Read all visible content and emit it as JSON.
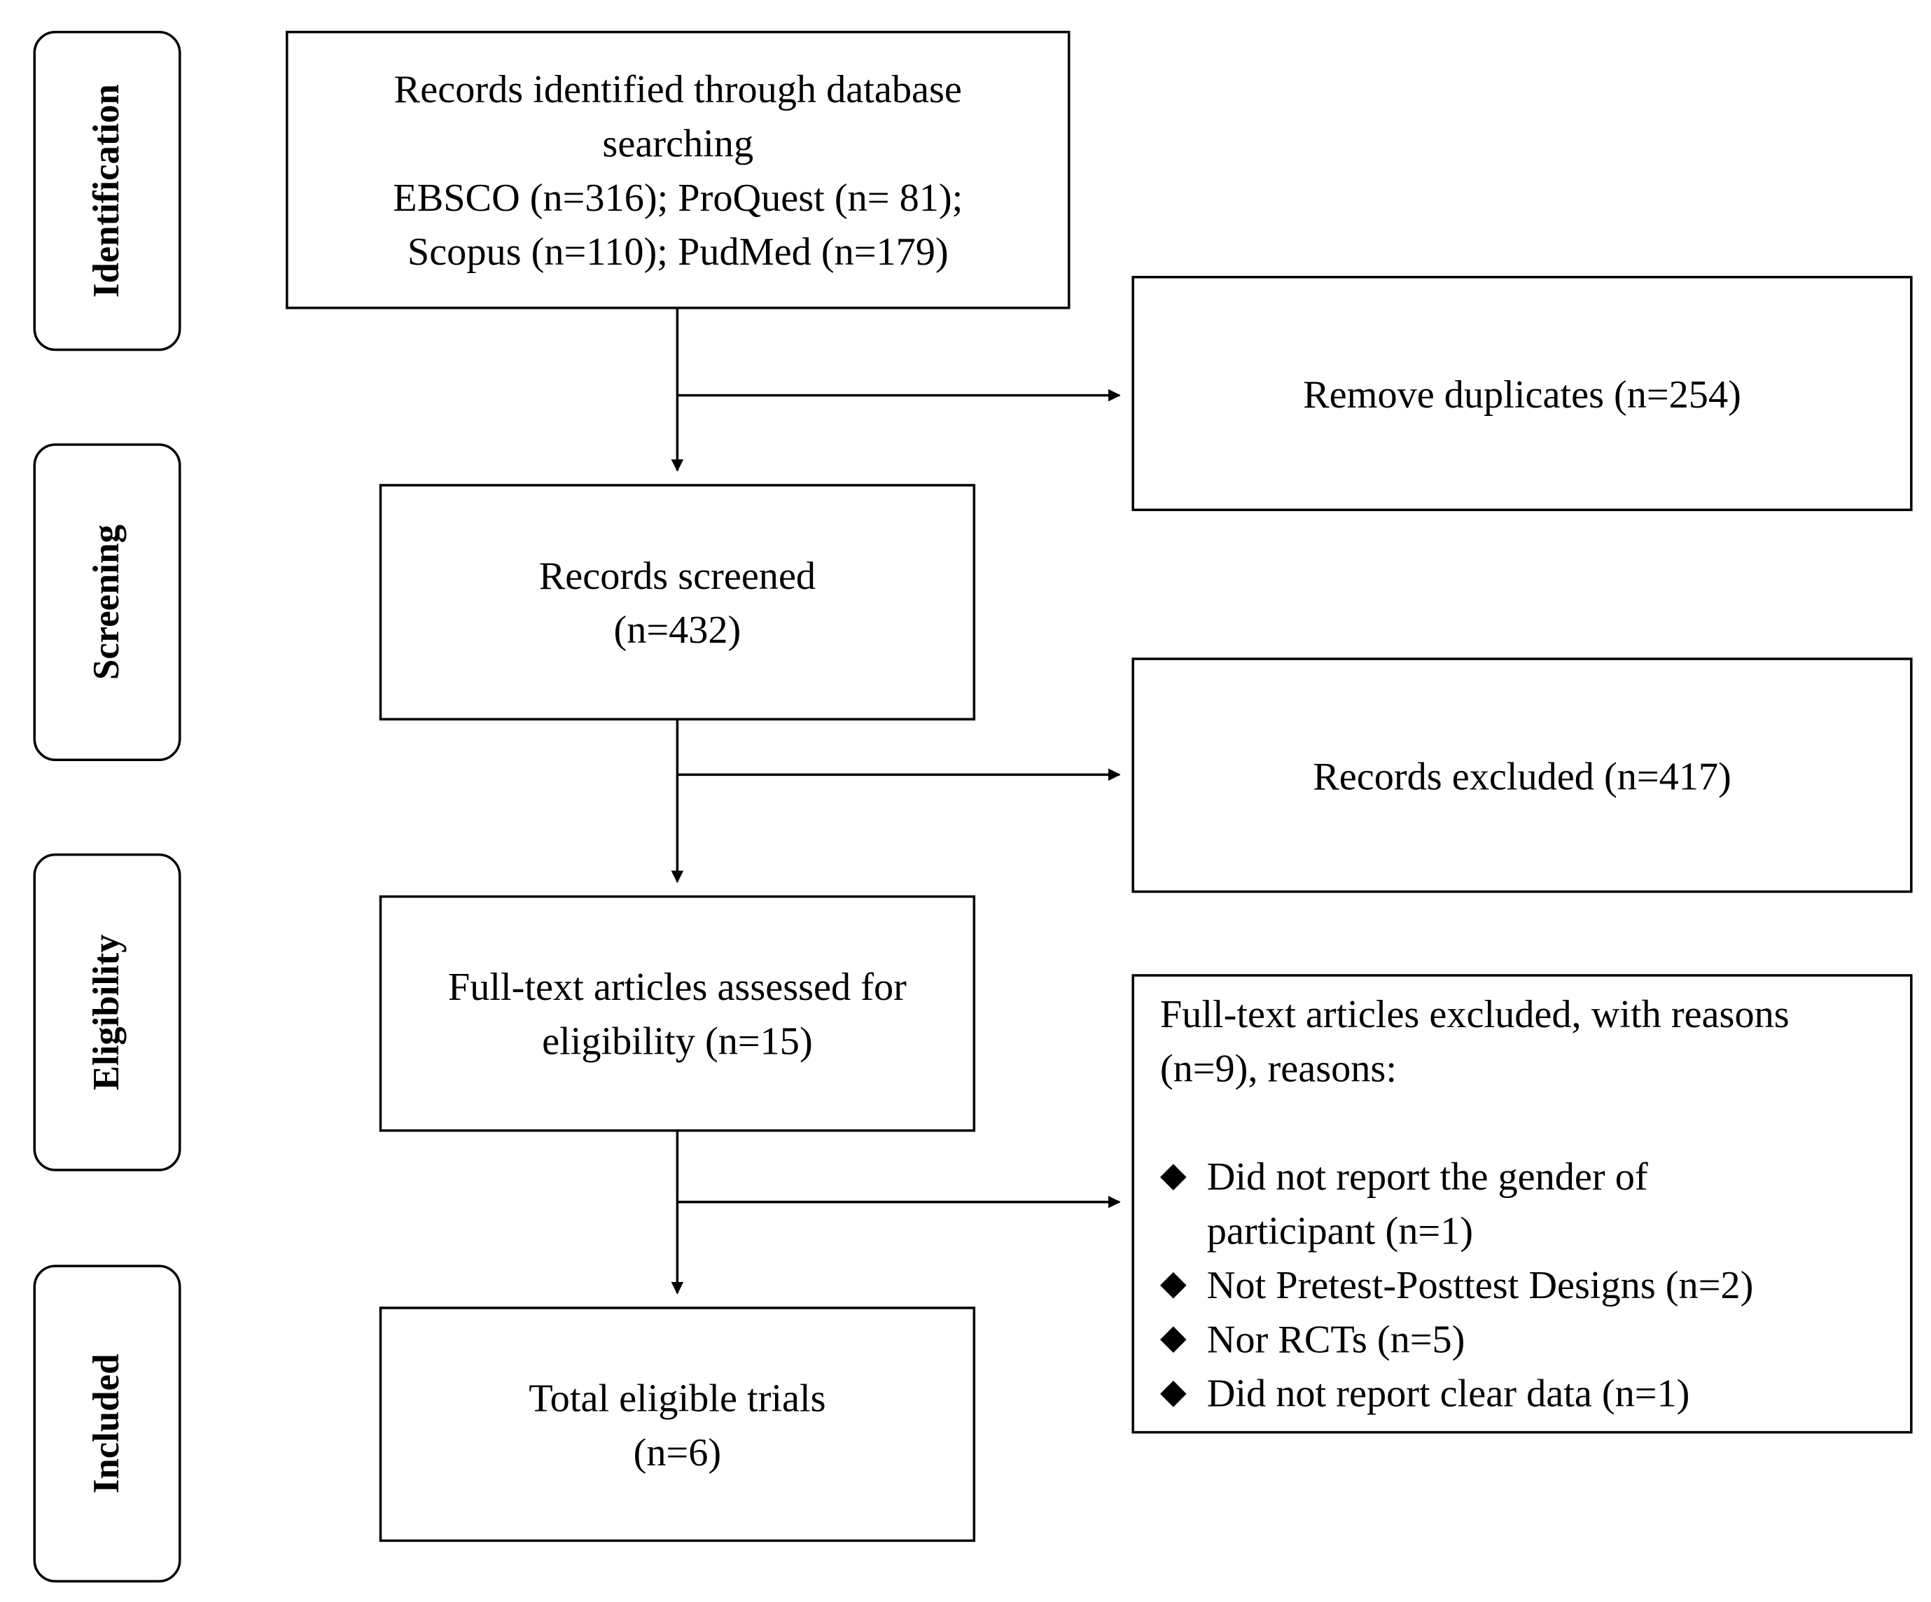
{
  "phases": {
    "identification": "Identification",
    "screening": "Screening",
    "eligibility": "Eligibility",
    "included": "Included"
  },
  "boxes": {
    "records_identified": {
      "line1": "Records identified through database",
      "line2": "searching",
      "line3": "EBSCO (n=316); ProQuest (n= 81);",
      "line4": "Scopus (n=110); PudMed (n=179)"
    },
    "remove_duplicates": "Remove duplicates (n=254)",
    "records_screened": {
      "line1": "Records screened",
      "line2": "(n=432)"
    },
    "records_excluded": "Records excluded (n=417)",
    "full_text_assessed": {
      "line1": "Full-text articles assessed for",
      "line2": "eligibility (n=15)"
    },
    "full_text_excluded": {
      "line1": "Full-text articles excluded, with reasons",
      "line2": "(n=9), reasons:",
      "bullet_symbol": "◆",
      "reasons": [
        {
          "line1": "Did not report the gender of",
          "line2": "participant (n=1)"
        },
        {
          "line1": "Not Pretest-Posttest Designs (n=2)"
        },
        {
          "line1": "Nor RCTs (n=5)"
        },
        {
          "line1": "Did not report clear data (n=1)"
        }
      ]
    },
    "total_eligible": {
      "line1": "Total eligible trials",
      "line2": "(n=6)"
    }
  }
}
